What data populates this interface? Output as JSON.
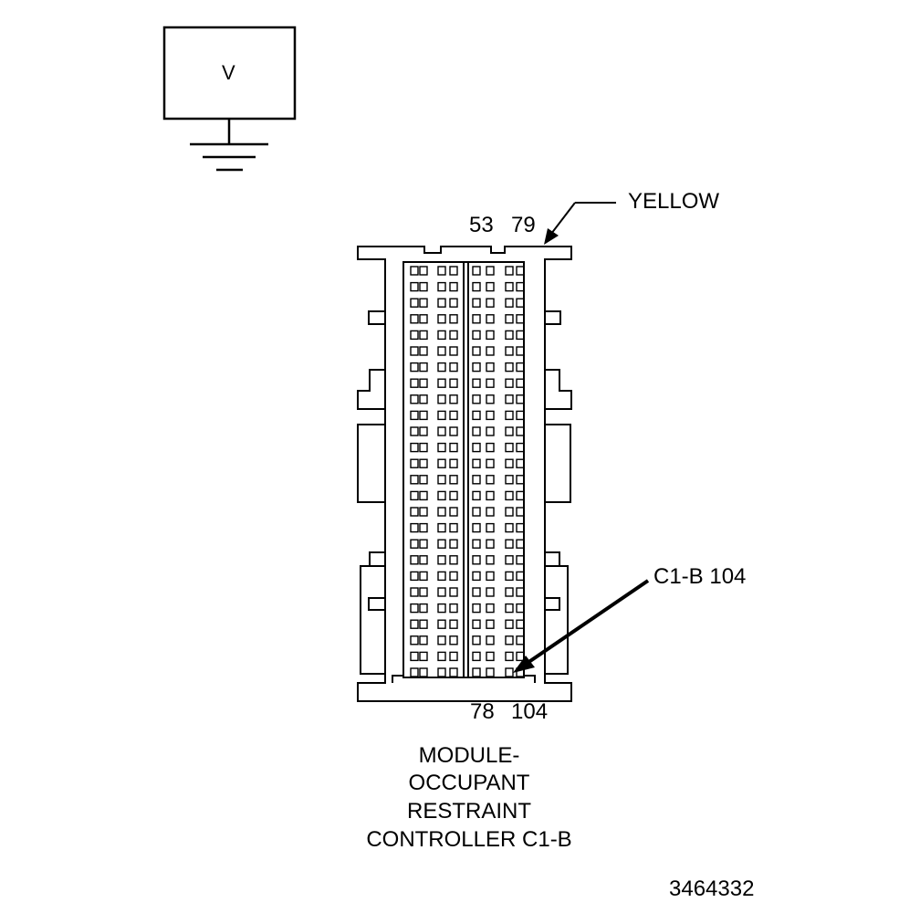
{
  "meter": {
    "symbol": "V"
  },
  "wire_color": "YELLOW",
  "pin_labels": {
    "top_left": "53",
    "top_right": "79",
    "bottom_left": "78",
    "bottom_right": "104"
  },
  "callout": "C1-B 104",
  "connector_name": [
    "MODULE-",
    "OCCUPANT",
    "RESTRAINT",
    "CONTROLLER C1-B"
  ],
  "figure_number": "3464332",
  "colors": {
    "line": "#000000",
    "background": "#ffffff"
  }
}
